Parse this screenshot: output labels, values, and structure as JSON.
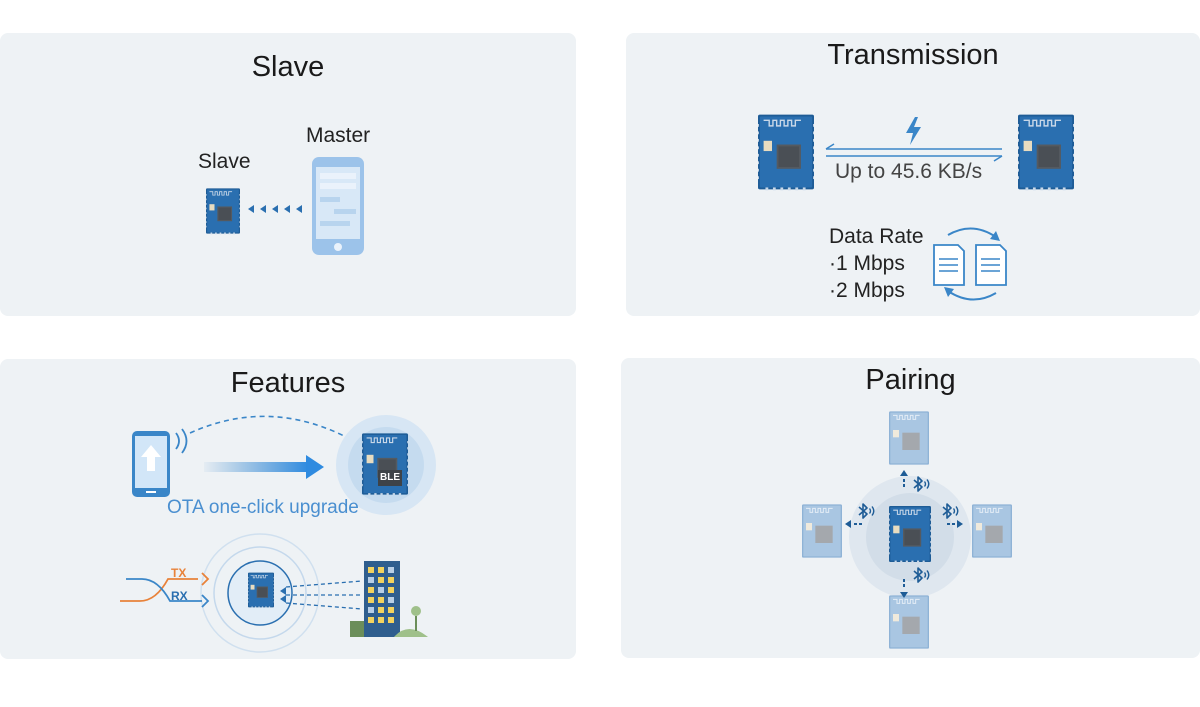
{
  "panels": {
    "slave": {
      "title": "Slave",
      "master_label": "Master",
      "slave_label": "Slave"
    },
    "transmission": {
      "title": "Transmission",
      "speed_label": "Up to 45.6 KB/s",
      "data_rate_label": "Data Rate",
      "rates": [
        "·1 Mbps",
        "·2 Mbps"
      ]
    },
    "features": {
      "title": "Features",
      "ota_label": "OTA one-click upgrade",
      "module_badge": "BLE",
      "tx_label": "TX",
      "rx_label": "RX"
    },
    "pairing": {
      "title": "Pairing"
    }
  },
  "colors": {
    "panel_bg": "#eef2f5",
    "module_blue": "#1e5c96",
    "accent_blue": "#3a86c8",
    "tx_orange": "#e8823a",
    "ota_text": "#4a8fd0"
  },
  "icons": [
    "phone-icon",
    "ble-module-icon",
    "lightning-icon",
    "document-icon",
    "bluetooth-icon",
    "building-icon",
    "upload-icon"
  ]
}
